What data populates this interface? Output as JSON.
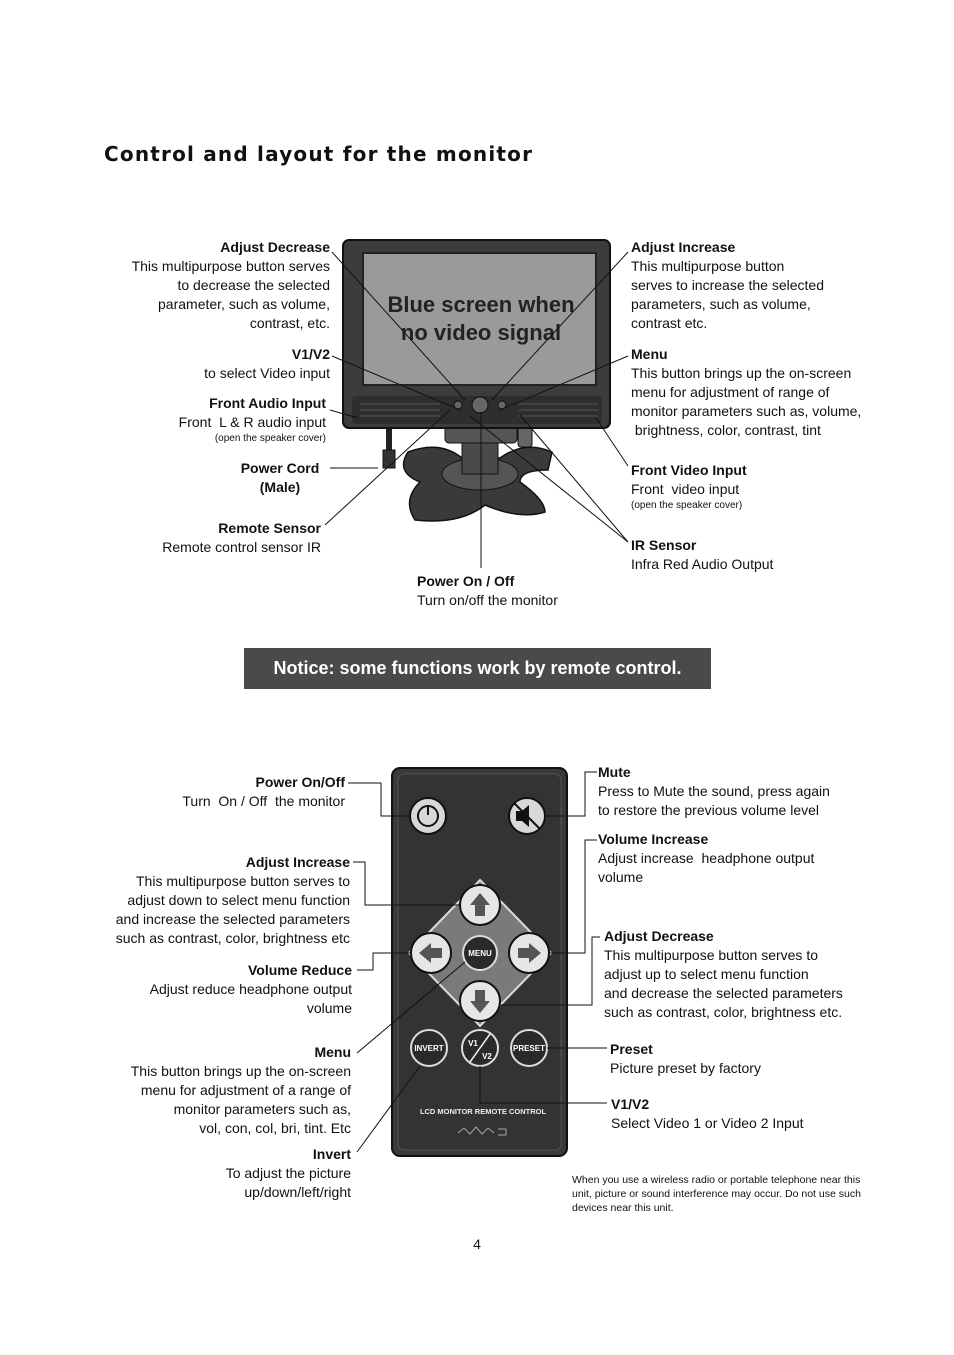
{
  "title": "Control and layout for the monitor",
  "monitor": {
    "screen_text_1": "Blue screen when",
    "screen_text_2": "no video signal",
    "labels": {
      "adjust_decrease": {
        "title": "Adjust Decrease",
        "desc": "This multipurpose button serves\nto decrease the selected\nparameter, such as volume,\ncontrast, etc."
      },
      "v1v2": {
        "title": "V1/V2",
        "desc": "to select Video input"
      },
      "front_audio_input": {
        "title": "Front Audio Input",
        "desc": "Front  L & R audio input",
        "note": "(open the speaker cover)"
      },
      "power_cord": {
        "title": "Power Cord\n(Male)"
      },
      "remote_sensor": {
        "title": "Remote Sensor",
        "desc": "Remote control sensor IR"
      },
      "power_on_off": {
        "title": "Power On / Off",
        "desc": "Turn on/off the monitor"
      },
      "adjust_increase": {
        "title": "Adjust Increase",
        "desc": "This multipurpose button\nserves to increase the selected\nparameters, such as volume,\ncontrast etc."
      },
      "menu": {
        "title": "Menu",
        "desc": "This button brings up the on-screen\nmenu for adjustment of range of\nmonitor parameters such as, volume,\n brightness, color, contrast, tint"
      },
      "front_video_input": {
        "title": "Front Video Input",
        "desc": "Front  video input",
        "note": "(open the speaker cover)"
      },
      "ir_sensor": {
        "title": "IR Sensor",
        "desc": "Infra Red Audio Output"
      }
    }
  },
  "notice": "Notice: some functions work by remote control.",
  "remote": {
    "brand": "LCD MONITOR REMOTE CONTROL",
    "menu_btn": "MENU",
    "invert_btn": "INVERT",
    "v1_btn": "V1",
    "v2_btn": "V2",
    "preset_btn": "PRESET",
    "labels": {
      "power_on_off": {
        "title": "Power On/Off",
        "desc": "Turn  On / Off  the monitor"
      },
      "adjust_increase": {
        "title": "Adjust Increase",
        "desc": "This multipurpose button serves to\nadjust down to select menu function\nand increase the selected parameters\nsuch as contrast, color, brightness etc"
      },
      "volume_reduce": {
        "title": "Volume Reduce",
        "desc": "Adjust reduce headphone output\nvolume"
      },
      "menu": {
        "title": "Menu",
        "desc": "This button brings up the on-screen\nmenu for adjustment of a range of\nmonitor parameters such as,\nvol, con, col, bri, tint. Etc"
      },
      "invert": {
        "title": "Invert",
        "desc": "To adjust the picture\nup/down/left/right"
      },
      "mute": {
        "title": "Mute",
        "desc": "Press to Mute the sound, press again\nto restore the previous volume level"
      },
      "volume_increase": {
        "title": "Volume Increase",
        "desc": "Adjust increase  headphone output\nvolume"
      },
      "adjust_decrease": {
        "title": "Adjust Decrease",
        "desc": "This multipurpose button serves to\nadjust up to select menu function\nand decrease the selected parameters\nsuch as contrast, color, brightness etc."
      },
      "preset": {
        "title": "Preset",
        "desc": "Picture preset by factory"
      },
      "v1v2": {
        "title": "V1/V2",
        "desc": "Select Video 1 or Video 2 Input"
      }
    }
  },
  "warning": "When you use a wireless radio or portable telephone near this unit, picture or sound interference may occur. Do not use such devices near this unit.",
  "page_number": "4"
}
